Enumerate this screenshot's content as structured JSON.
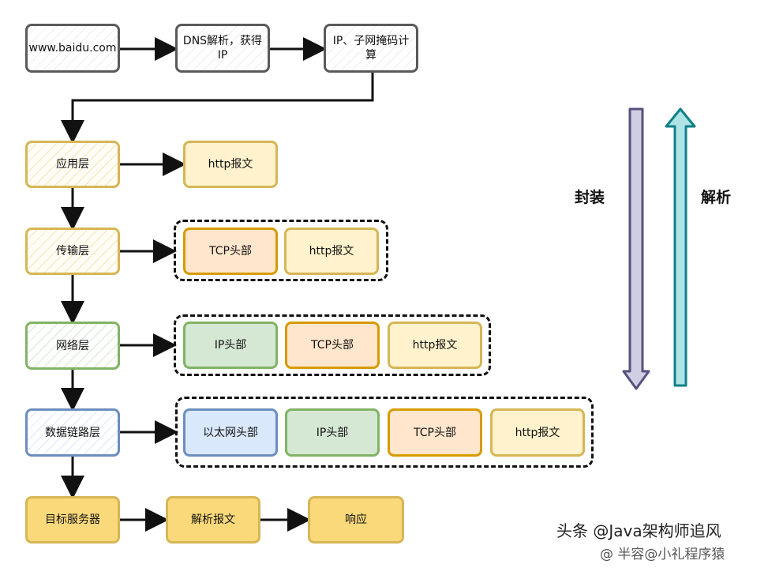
{
  "top_flow": [
    "www.baidu.com",
    "DNS解析，获得IP",
    "IP、子网掩码计算"
  ],
  "layers": [
    "应用层",
    "传输层",
    "网络层",
    "数据链路层",
    "目标服务器"
  ],
  "packets": {
    "application": [
      "http报文"
    ],
    "transport": [
      "TCP头部",
      "http报文"
    ],
    "network": [
      "IP头部",
      "TCP头部",
      "http报文"
    ],
    "datalink": [
      "以太网头部",
      "IP头部",
      "TCP头部",
      "http报文"
    ]
  },
  "server_flow": [
    "解析报文",
    "响应"
  ],
  "direction_labels": {
    "encapsulate": "封装",
    "parse": "解析"
  },
  "colors": {
    "encapsulate_arrow": "#56517e",
    "parse_arrow": "#0e8088",
    "http": "#fff2cc",
    "tcp": "#ffe6cc",
    "ip": "#d5e8d4",
    "ethernet": "#dae8fc"
  },
  "watermark": {
    "line1": "头条 @Java架构师追风",
    "line2": "@ 半容@小礼程序猿"
  }
}
